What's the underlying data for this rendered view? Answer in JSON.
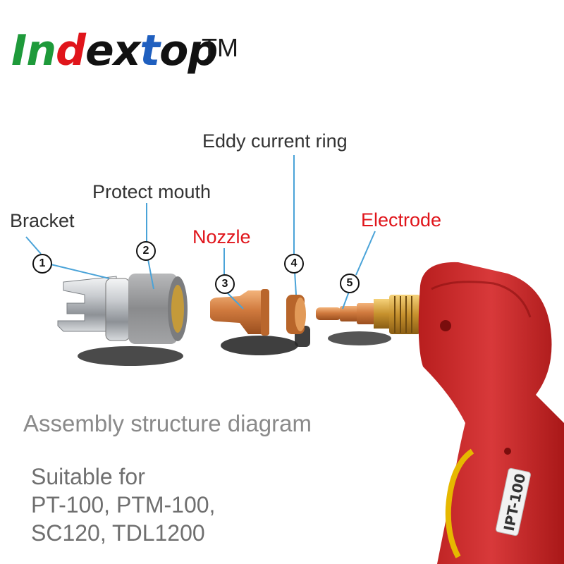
{
  "brand": {
    "letters": [
      {
        "ch": "I",
        "color": "#1e9a3a"
      },
      {
        "ch": "n",
        "color": "#1e9a3a"
      },
      {
        "ch": "d",
        "color": "#e0151b"
      },
      {
        "ch": "e",
        "color": "#111111"
      },
      {
        "ch": "x",
        "color": "#111111"
      },
      {
        "ch": "t",
        "color": "#1f5fbf"
      },
      {
        "ch": "o",
        "color": "#111111"
      },
      {
        "ch": "p",
        "color": "#111111"
      }
    ],
    "trademark": "TM"
  },
  "labels": {
    "bracket": "Bracket",
    "protect_mouth": "Protect mouth",
    "nozzle": "Nozzle",
    "eddy_current_ring": "Eddy current ring",
    "electrode": "Electrode"
  },
  "numbers": {
    "n1": "1",
    "n2": "2",
    "n3": "3",
    "n4": "4",
    "n5": "5"
  },
  "torch_marking": "IPT-100",
  "caption": "Assembly structure diagram",
  "suitable": {
    "line1": "Suitable for",
    "line2": "PT-100, PTM-100,",
    "line3": "SC120, TDL1200"
  },
  "colors": {
    "label_red": "#e0151b",
    "label_dark": "#333333",
    "leader_blue": "#4aa3d8",
    "torch_red": "#cc2a2a",
    "copper": "#d07a3e",
    "steel": "#b9bcc0"
  }
}
